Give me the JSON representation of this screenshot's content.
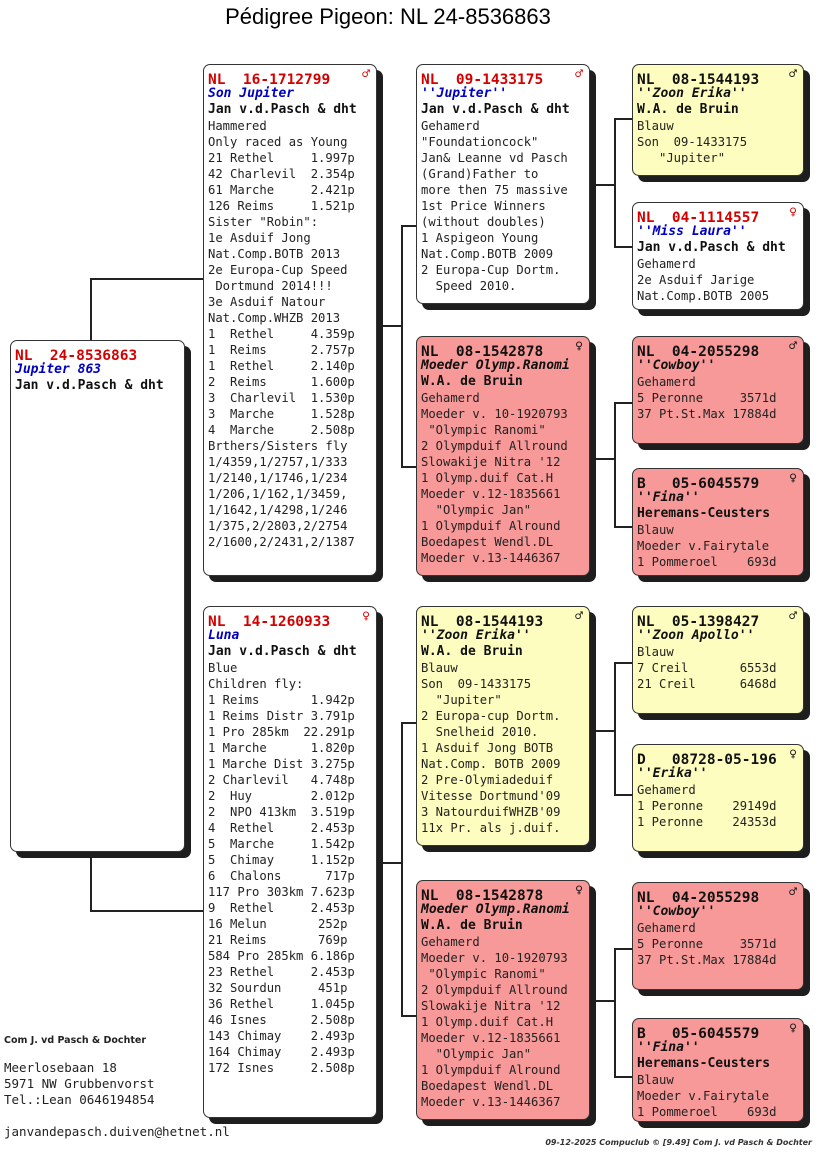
{
  "title": "Pédigree Pigeon: NL  24-8536863",
  "subject": {
    "ring": "NL  24-8536863",
    "name": "Jupiter 863",
    "owner": "Jan v.d.Pasch & dht"
  },
  "father": {
    "ring": "NL  16-1712799",
    "sex": "♂",
    "name": "Son Jupiter",
    "owner": "Jan v.d.Pasch & dht",
    "lines": [
      "Hammered",
      "Only raced as Young",
      "21 Rethel     1.997p",
      "42 Charlevil  2.354p",
      "61 Marche     2.421p",
      "126 Reims     1.521p",
      "Sister \"Robin\":",
      "1e Asduif Jong",
      "Nat.Comp.BOTB 2013",
      "2e Europa-Cup Speed",
      " Dortmund 2014!!!",
      "3e Asduif Natour",
      "Nat.Comp.WHZB 2013",
      "1  Rethel     4.359p",
      "1  Reims      2.757p",
      "1  Rethel     2.140p",
      "2  Reims      1.600p",
      "3  Charlevil  1.530p",
      "3  Marche     1.528p",
      "4  Marche     2.508p",
      "Brthers/Sisters fly",
      "1/4359,1/2757,1/333",
      "1/2140,1/1746,1/234",
      "1/206,1/162,1/3459,",
      "1/1642,1/4298,1/246",
      "1/375,2/2803,2/2754",
      "2/1600,2/2431,2/1387"
    ]
  },
  "mother": {
    "ring": "NL  14-1260933",
    "sex": "♀",
    "name": "Luna",
    "owner": "Jan v.d.Pasch & dht",
    "lines": [
      "Blue",
      "Children fly:",
      "1 Reims       1.942p",
      "1 Reims Distr 3.791p",
      "1 Pro 285km  22.291p",
      "1 Marche      1.820p",
      "1 Marche Dist 3.275p",
      "2 Charlevil   4.748p",
      "2  Huy        2.012p",
      "2  NPO 413km  3.519p",
      "4  Rethel     2.453p",
      "5  Marche     1.542p",
      "5  Chimay     1.152p",
      "6  Chalons      717p",
      "117 Pro 303km 7.623p",
      "9  Rethel     2.453p",
      "16 Melun       252p",
      "21 Reims       769p",
      "584 Pro 285km 6.186p",
      "23 Rethel     2.453p",
      "32 Sourdun     451p",
      "36 Rethel     1.045p",
      "46 Isnes      2.508p",
      "143 Chimay    2.493p",
      "164 Chimay    2.493p",
      "172 Isnes     2.508p"
    ]
  },
  "ff": {
    "ring": "NL  09-1433175",
    "sex": "♂",
    "name": "''Jupiter''",
    "owner": "Jan v.d.Pasch & dht",
    "lines": [
      "Gehamerd",
      "\"Foundationcock\"",
      "Jan& Leanne vd Pasch",
      "(Grand)Father to",
      "more then 75 massive",
      "1st Price Winners",
      "(without doubles)",
      "1 Aspigeon Young",
      "Nat.Comp.BOTB 2009",
      "2 Europa-Cup Dortm.",
      "  Speed 2010."
    ]
  },
  "fm": {
    "ring": "NL  08-1542878",
    "sex": "♀",
    "name": "Moeder Olymp.Ranomi",
    "owner": "W.A. de Bruin",
    "lines": [
      "Gehamerd",
      "Moeder v. 10-1920793",
      " \"Olympic Ranomi\"",
      "2 Olympduif Allround",
      "Slowakije Nitra '12",
      "1 Olymp.duif Cat.H",
      "Moeder v.12-1835661",
      "  \"Olympic Jan\"",
      "1 Olympduif Alround",
      "Boedapest Wendl.DL",
      "Moeder v.13-1446367"
    ]
  },
  "mf": {
    "ring": "NL  08-1544193",
    "sex": "♂",
    "name": "''Zoon Erika''",
    "owner": "W.A. de Bruin",
    "lines": [
      "Blauw",
      "Son  09-1433175",
      "  \"Jupiter\"",
      "2 Europa-cup Dortm.",
      "  Snelheid 2010.",
      "1 Asduif Jong BOTB",
      "Nat.Comp. BOTB 2009",
      "2 Pre-Olymiadeduif",
      "Vitesse Dortmund'09",
      "3 NatourduifWHZB'09",
      "11x Pr. als j.duif."
    ]
  },
  "mm": {
    "ring": "NL  08-1542878",
    "sex": "♀",
    "name": "Moeder Olymp.Ranomi",
    "owner": "W.A. de Bruin",
    "lines": [
      "Gehamerd",
      "Moeder v. 10-1920793",
      " \"Olympic Ranomi\"",
      "2 Olympduif Allround",
      "Slowakije Nitra '12",
      "1 Olymp.duif Cat.H",
      "Moeder v.12-1835661",
      "  \"Olympic Jan\"",
      "1 Olympduif Alround",
      "Boedapest Wendl.DL",
      "Moeder v.13-1446367"
    ]
  },
  "fff": {
    "ring": "NL  08-1544193",
    "sex": "♂",
    "name": "''Zoon Erika''",
    "owner": "W.A. de Bruin",
    "lines": [
      "Blauw",
      "Son  09-1433175",
      "   \"Jupiter\""
    ]
  },
  "ffm": {
    "ring": "NL  04-1114557",
    "sex": "♀",
    "name": "''Miss Laura''",
    "owner": "Jan v.d.Pasch & dht",
    "lines": [
      "Gehamerd",
      "2e Asduif Jarige",
      "Nat.Comp.BOTB 2005"
    ]
  },
  "fmf": {
    "ring": "NL  04-2055298",
    "sex": "♂",
    "name": "''Cowboy''",
    "owner": "",
    "lines": [
      "Gehamerd",
      "5 Peronne     3571d",
      "37 Pt.St.Max 17884d"
    ]
  },
  "fmm": {
    "ring": "B   05-6045579",
    "sex": "♀",
    "name": "''Fina''",
    "owner": "Heremans-Ceusters",
    "lines": [
      "Blauw",
      "Moeder v.Fairytale",
      "1 Pommeroel    693d"
    ]
  },
  "mff": {
    "ring": "NL  05-1398427",
    "sex": "♂",
    "name": "''Zoon Apollo''",
    "owner": "",
    "lines": [
      "Blauw",
      "7 Creil       6553d",
      "21 Creil      6468d"
    ]
  },
  "mfm": {
    "ring": "D   08728-05-196",
    "sex": "♀",
    "name": "''Erika''",
    "owner": "",
    "lines": [
      "Gehamerd",
      "1 Peronne    29149d",
      "1 Peronne    24353d"
    ]
  },
  "mmf": {
    "ring": "NL  04-2055298",
    "sex": "♂",
    "name": "''Cowboy''",
    "owner": "",
    "lines": [
      "Gehamerd",
      "5 Peronne     3571d",
      "37 Pt.St.Max 17884d"
    ]
  },
  "mmm": {
    "ring": "B   05-6045579",
    "sex": "♀",
    "name": "''Fina''",
    "owner": "Heremans-Ceusters",
    "lines": [
      "Blauw",
      "Moeder v.Fairytale",
      "1 Pommeroel    693d"
    ]
  },
  "footer": {
    "breeder": "Com J. vd Pasch & Dochter",
    "address1": "Meerlosebaan 18",
    "address2": "5971 NW  Grubbenvorst",
    "phone": "Tel.:Lean 0646194854",
    "email": "janvandepasch.duiven@hetnet.nl",
    "printinfo": "09-12-2025   Compuclub © [9.49]   Com J. vd Pasch & Dochter"
  },
  "colors": {
    "ring": "#d40000",
    "name": "#0000c0",
    "pink": "#f79999",
    "yellow": "#fdfdbf"
  }
}
